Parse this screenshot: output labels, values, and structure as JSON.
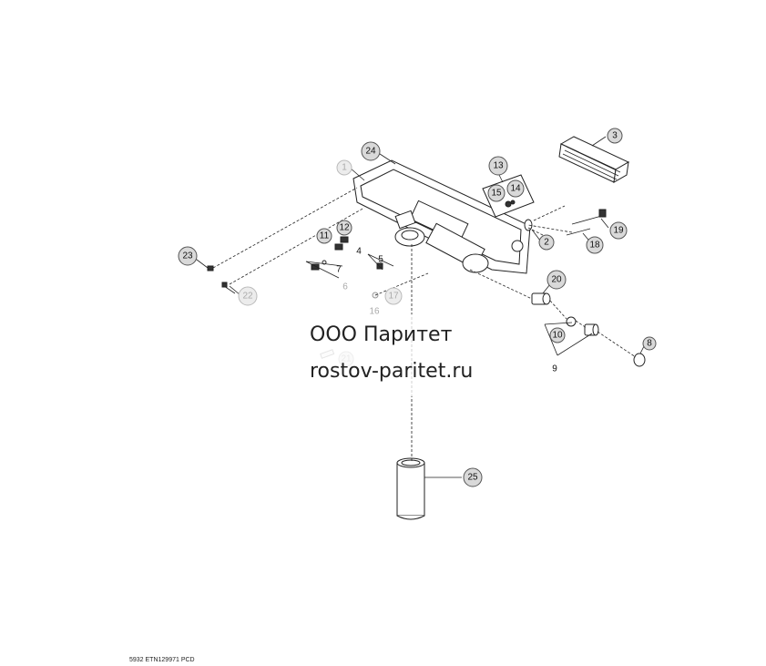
{
  "watermark": {
    "line1": "ООО Паритет",
    "line2": "rostov-paritet.ru"
  },
  "drawing_code": "5932  ETN129971  PCD",
  "callouts": [
    "1",
    "2",
    "3",
    "4",
    "5",
    "6",
    "7",
    "8",
    "9",
    "10",
    "11",
    "12",
    "13",
    "14",
    "15",
    "16",
    "17",
    "18",
    "19",
    "20",
    "21",
    "22",
    "23",
    "24",
    "25"
  ]
}
